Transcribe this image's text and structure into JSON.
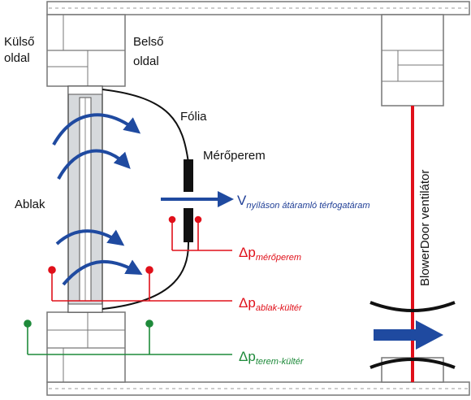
{
  "labels": {
    "outer_side_line1": "Külső",
    "outer_side_line2": "oldal",
    "inner_side_line1": "Belső",
    "inner_side_line2": "oldal",
    "foil": "Fólia",
    "meter_flange": "Mérőperem",
    "window": "Ablak",
    "blowerdoor": "BlowerDoor ventilátor"
  },
  "flow": {
    "symbol": "V",
    "subscript": "nyíláson átáramló térfogatáram",
    "color": "#1f3e96"
  },
  "pressures": [
    {
      "delta": "Δ",
      "symbol": "p",
      "subscript": "mérőperem",
      "color": "#e0101a"
    },
    {
      "delta": "Δ",
      "symbol": "p",
      "subscript": "ablak-kültér",
      "color": "#e0101a"
    },
    {
      "delta": "Δ",
      "symbol": "p",
      "subscript": "terem-kültér",
      "color": "#1e8a3a"
    }
  ],
  "colors": {
    "blue": "#1f4aa0",
    "red": "#e0101a",
    "green": "#1e8a3a",
    "wall": "#888888",
    "glass": "#d6d9dc"
  }
}
